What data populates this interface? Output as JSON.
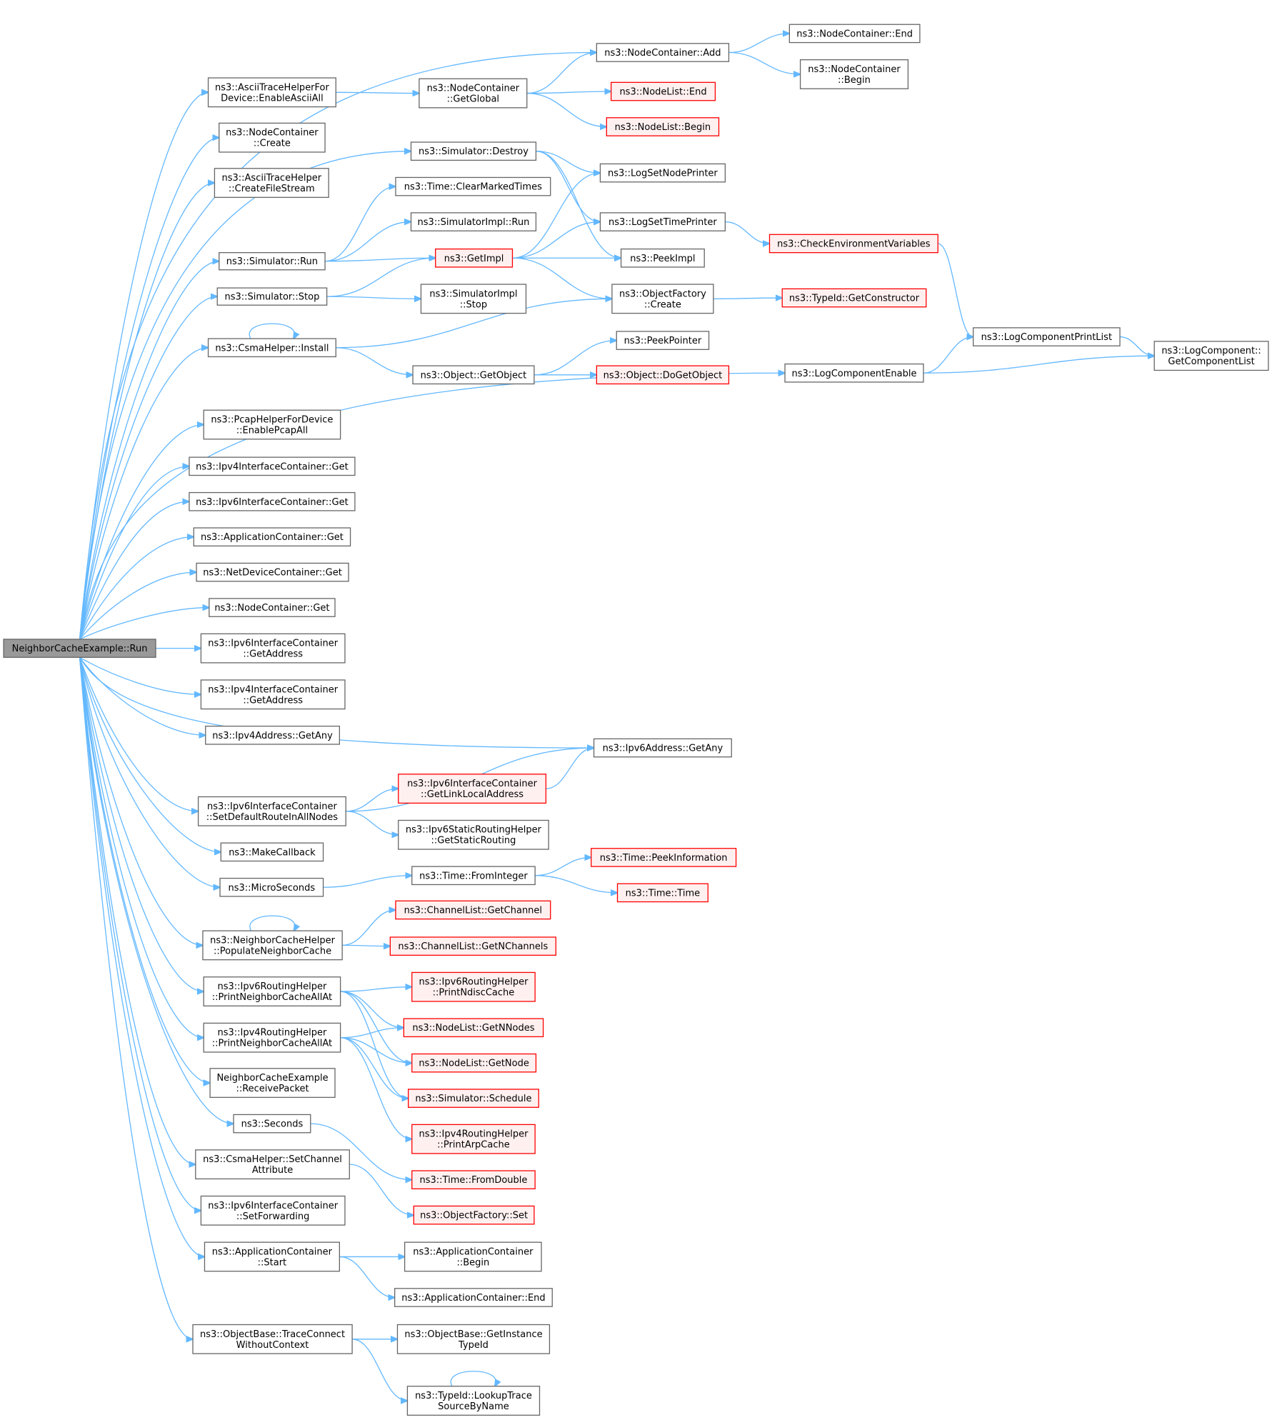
{
  "root": "NeighborCacheExample::Run",
  "nodes": [
    {
      "id": "root",
      "lines": [
        "NeighborCacheExample::Run"
      ]
    },
    {
      "id": "a1",
      "lines": [
        "ns3::AsciiTraceHelperFor",
        "Device::EnableAsciiAll"
      ]
    },
    {
      "id": "a2",
      "lines": [
        "ns3::NodeContainer",
        "::Create"
      ]
    },
    {
      "id": "a3",
      "lines": [
        "ns3::AsciiTraceHelper",
        "::CreateFileStream"
      ]
    },
    {
      "id": "a4",
      "lines": [
        "ns3::Simulator::Run"
      ]
    },
    {
      "id": "a5",
      "lines": [
        "ns3::Simulator::Stop"
      ]
    },
    {
      "id": "a6",
      "lines": [
        "ns3::CsmaHelper::Install"
      ]
    },
    {
      "id": "a7",
      "lines": [
        "ns3::PcapHelperForDevice",
        "::EnablePcapAll"
      ]
    },
    {
      "id": "a8",
      "lines": [
        "ns3::Ipv4InterfaceContainer::Get"
      ]
    },
    {
      "id": "a9",
      "lines": [
        "ns3::Ipv6InterfaceContainer::Get"
      ]
    },
    {
      "id": "a10",
      "lines": [
        "ns3::ApplicationContainer::Get"
      ]
    },
    {
      "id": "a11",
      "lines": [
        "ns3::NetDeviceContainer::Get"
      ]
    },
    {
      "id": "a12",
      "lines": [
        "ns3::NodeContainer::Get"
      ]
    },
    {
      "id": "a13",
      "lines": [
        "ns3::Ipv6InterfaceContainer",
        "::GetAddress"
      ]
    },
    {
      "id": "a14",
      "lines": [
        "ns3::Ipv4InterfaceContainer",
        "::GetAddress"
      ]
    },
    {
      "id": "a15",
      "lines": [
        "ns3::Ipv4Address::GetAny"
      ]
    },
    {
      "id": "a16",
      "lines": [
        "ns3::Ipv6InterfaceContainer",
        "::SetDefaultRouteInAllNodes"
      ]
    },
    {
      "id": "a17",
      "lines": [
        "ns3::MakeCallback"
      ]
    },
    {
      "id": "a18",
      "lines": [
        "ns3::MicroSeconds"
      ]
    },
    {
      "id": "a19",
      "lines": [
        "ns3::NeighborCacheHelper",
        "::PopulateNeighborCache"
      ]
    },
    {
      "id": "a20",
      "lines": [
        "ns3::Ipv6RoutingHelper",
        "::PrintNeighborCacheAllAt"
      ]
    },
    {
      "id": "a21",
      "lines": [
        "ns3::Ipv4RoutingHelper",
        "::PrintNeighborCacheAllAt"
      ]
    },
    {
      "id": "a22",
      "lines": [
        "NeighborCacheExample",
        "::ReceivePacket"
      ]
    },
    {
      "id": "a23",
      "lines": [
        "ns3::Seconds"
      ]
    },
    {
      "id": "a24",
      "lines": [
        "ns3::CsmaHelper::SetChannel",
        "Attribute"
      ]
    },
    {
      "id": "a25",
      "lines": [
        "ns3::Ipv6InterfaceContainer",
        "::SetForwarding"
      ]
    },
    {
      "id": "a26",
      "lines": [
        "ns3::ApplicationContainer",
        "::Start"
      ]
    },
    {
      "id": "a27",
      "lines": [
        "ns3::ObjectBase::TraceConnect",
        "WithoutContext"
      ]
    },
    {
      "id": "b1",
      "lines": [
        "ns3::NodeContainer::Add"
      ]
    },
    {
      "id": "b2",
      "lines": [
        "ns3::NodeContainer",
        "::GetGlobal"
      ]
    },
    {
      "id": "b3",
      "lines": [
        "ns3::Simulator::Destroy"
      ]
    },
    {
      "id": "b4",
      "lines": [
        "ns3::Time::ClearMarkedTimes"
      ]
    },
    {
      "id": "b5",
      "lines": [
        "ns3::SimulatorImpl::Run"
      ]
    },
    {
      "id": "b6",
      "lines": [
        "ns3::GetImpl"
      ]
    },
    {
      "id": "b7",
      "lines": [
        "ns3::SimulatorImpl",
        "::Stop"
      ]
    },
    {
      "id": "b8",
      "lines": [
        "ns3::Object::GetObject"
      ]
    },
    {
      "id": "b9",
      "lines": [
        "ns3::Ipv6InterfaceContainer",
        "::GetLinkLocalAddress"
      ]
    },
    {
      "id": "b10",
      "lines": [
        "ns3::Ipv6StaticRoutingHelper",
        "::GetStaticRouting"
      ]
    },
    {
      "id": "b11",
      "lines": [
        "ns3::Time::FromInteger"
      ]
    },
    {
      "id": "b12",
      "lines": [
        "ns3::ChannelList::GetChannel"
      ]
    },
    {
      "id": "b13",
      "lines": [
        "ns3::ChannelList::GetNChannels"
      ]
    },
    {
      "id": "b14",
      "lines": [
        "ns3::Ipv6RoutingHelper",
        "::PrintNdiscCache"
      ]
    },
    {
      "id": "b15",
      "lines": [
        "ns3::NodeList::GetNNodes"
      ]
    },
    {
      "id": "b16",
      "lines": [
        "ns3::NodeList::GetNode"
      ]
    },
    {
      "id": "b17",
      "lines": [
        "ns3::Simulator::Schedule"
      ]
    },
    {
      "id": "b18",
      "lines": [
        "ns3::Ipv4RoutingHelper",
        "::PrintArpCache"
      ]
    },
    {
      "id": "b19",
      "lines": [
        "ns3::Time::FromDouble"
      ]
    },
    {
      "id": "b20",
      "lines": [
        "ns3::ObjectFactory::Set"
      ]
    },
    {
      "id": "b21",
      "lines": [
        "ns3::ApplicationContainer",
        "::Begin"
      ]
    },
    {
      "id": "b22",
      "lines": [
        "ns3::ApplicationContainer::End"
      ]
    },
    {
      "id": "b23",
      "lines": [
        "ns3::ObjectBase::GetInstance",
        "TypeId"
      ]
    },
    {
      "id": "b24",
      "lines": [
        "ns3::TypeId::LookupTrace",
        "SourceByName"
      ]
    },
    {
      "id": "c1",
      "lines": [
        "ns3::NodeContainer::End"
      ]
    },
    {
      "id": "c2",
      "lines": [
        "ns3::NodeContainer",
        "::Begin"
      ]
    },
    {
      "id": "c3",
      "lines": [
        "ns3::NodeList::End"
      ]
    },
    {
      "id": "c4",
      "lines": [
        "ns3::NodeList::Begin"
      ]
    },
    {
      "id": "c5",
      "lines": [
        "ns3::LogSetNodePrinter"
      ]
    },
    {
      "id": "c6",
      "lines": [
        "ns3::LogSetTimePrinter"
      ]
    },
    {
      "id": "c7",
      "lines": [
        "ns3::PeekImpl"
      ]
    },
    {
      "id": "c8",
      "lines": [
        "ns3::ObjectFactory",
        "::Create"
      ]
    },
    {
      "id": "c9",
      "lines": [
        "ns3::PeekPointer"
      ]
    },
    {
      "id": "c10",
      "lines": [
        "ns3::Object::DoGetObject"
      ]
    },
    {
      "id": "c11",
      "lines": [
        "ns3::LogComponentEnable"
      ]
    },
    {
      "id": "c12",
      "lines": [
        "ns3::Ipv6Address::GetAny"
      ]
    },
    {
      "id": "c13",
      "lines": [
        "ns3::Time::PeekInformation"
      ]
    },
    {
      "id": "c14",
      "lines": [
        "ns3::Time::Time"
      ]
    },
    {
      "id": "d1",
      "lines": [
        "ns3::CheckEnvironmentVariables"
      ]
    },
    {
      "id": "d2",
      "lines": [
        "ns3::TypeId::GetConstructor"
      ]
    },
    {
      "id": "d3",
      "lines": [
        "ns3::LogComponentPrintList"
      ]
    },
    {
      "id": "d4",
      "lines": [
        "ns3::LogComponent::",
        "GetComponentList"
      ]
    }
  ],
  "red_nodes": [
    "c3",
    "c4",
    "b6",
    "d1",
    "d2",
    "c10",
    "b9",
    "c13",
    "c14",
    "b12",
    "b13",
    "b14",
    "b15",
    "b16",
    "b17",
    "b18",
    "b19",
    "b20"
  ],
  "edges": [
    [
      "root",
      "b1"
    ],
    [
      "root",
      "a1"
    ],
    [
      "root",
      "a2"
    ],
    [
      "root",
      "a3"
    ],
    [
      "root",
      "b3"
    ],
    [
      "root",
      "a4"
    ],
    [
      "root",
      "a5"
    ],
    [
      "root",
      "a6"
    ],
    [
      "root",
      "c11"
    ],
    [
      "root",
      "a7"
    ],
    [
      "root",
      "a8"
    ],
    [
      "root",
      "a9"
    ],
    [
      "root",
      "a10"
    ],
    [
      "root",
      "a11"
    ],
    [
      "root",
      "a12"
    ],
    [
      "root",
      "a13"
    ],
    [
      "root",
      "a14"
    ],
    [
      "root",
      "a15"
    ],
    [
      "root",
      "c12"
    ],
    [
      "root",
      "a16"
    ],
    [
      "root",
      "a17"
    ],
    [
      "root",
      "a18"
    ],
    [
      "root",
      "a19"
    ],
    [
      "root",
      "a20"
    ],
    [
      "root",
      "a21"
    ],
    [
      "root",
      "a22"
    ],
    [
      "root",
      "a23"
    ],
    [
      "root",
      "a24"
    ],
    [
      "root",
      "a25"
    ],
    [
      "root",
      "a26"
    ],
    [
      "root",
      "a27"
    ],
    [
      "a1",
      "b2"
    ],
    [
      "b2",
      "b1"
    ],
    [
      "b2",
      "c3"
    ],
    [
      "b2",
      "c4"
    ],
    [
      "b1",
      "c1"
    ],
    [
      "b1",
      "c2"
    ],
    [
      "b3",
      "c5"
    ],
    [
      "b3",
      "c6"
    ],
    [
      "b3",
      "c7"
    ],
    [
      "a4",
      "b4"
    ],
    [
      "a4",
      "b5"
    ],
    [
      "a4",
      "b6"
    ],
    [
      "a5",
      "b6"
    ],
    [
      "a5",
      "b7"
    ],
    [
      "b6",
      "c5"
    ],
    [
      "b6",
      "c6"
    ],
    [
      "b6",
      "c7"
    ],
    [
      "b6",
      "c8"
    ],
    [
      "c6",
      "d1"
    ],
    [
      "d1",
      "d3"
    ],
    [
      "c8",
      "d2"
    ],
    [
      "a6",
      "a6"
    ],
    [
      "a6",
      "c8"
    ],
    [
      "a6",
      "b8"
    ],
    [
      "b8",
      "c9"
    ],
    [
      "b8",
      "c10"
    ],
    [
      "c11",
      "d3"
    ],
    [
      "c11",
      "d4"
    ],
    [
      "d3",
      "d4"
    ],
    [
      "a16",
      "c12"
    ],
    [
      "a16",
      "b9"
    ],
    [
      "a16",
      "b10"
    ],
    [
      "b9",
      "c12"
    ],
    [
      "a18",
      "b11"
    ],
    [
      "b11",
      "c13"
    ],
    [
      "b11",
      "c14"
    ],
    [
      "a19",
      "a19"
    ],
    [
      "a19",
      "b12"
    ],
    [
      "a19",
      "b13"
    ],
    [
      "a20",
      "b14"
    ],
    [
      "a20",
      "b15"
    ],
    [
      "a20",
      "b16"
    ],
    [
      "a20",
      "b17"
    ],
    [
      "a21",
      "b15"
    ],
    [
      "a21",
      "b16"
    ],
    [
      "a21",
      "b17"
    ],
    [
      "a21",
      "b18"
    ],
    [
      "a23",
      "b19"
    ],
    [
      "a24",
      "b20"
    ],
    [
      "a26",
      "b21"
    ],
    [
      "a26",
      "b22"
    ],
    [
      "a27",
      "b23"
    ],
    [
      "a27",
      "b24"
    ],
    [
      "b24",
      "b24"
    ]
  ]
}
